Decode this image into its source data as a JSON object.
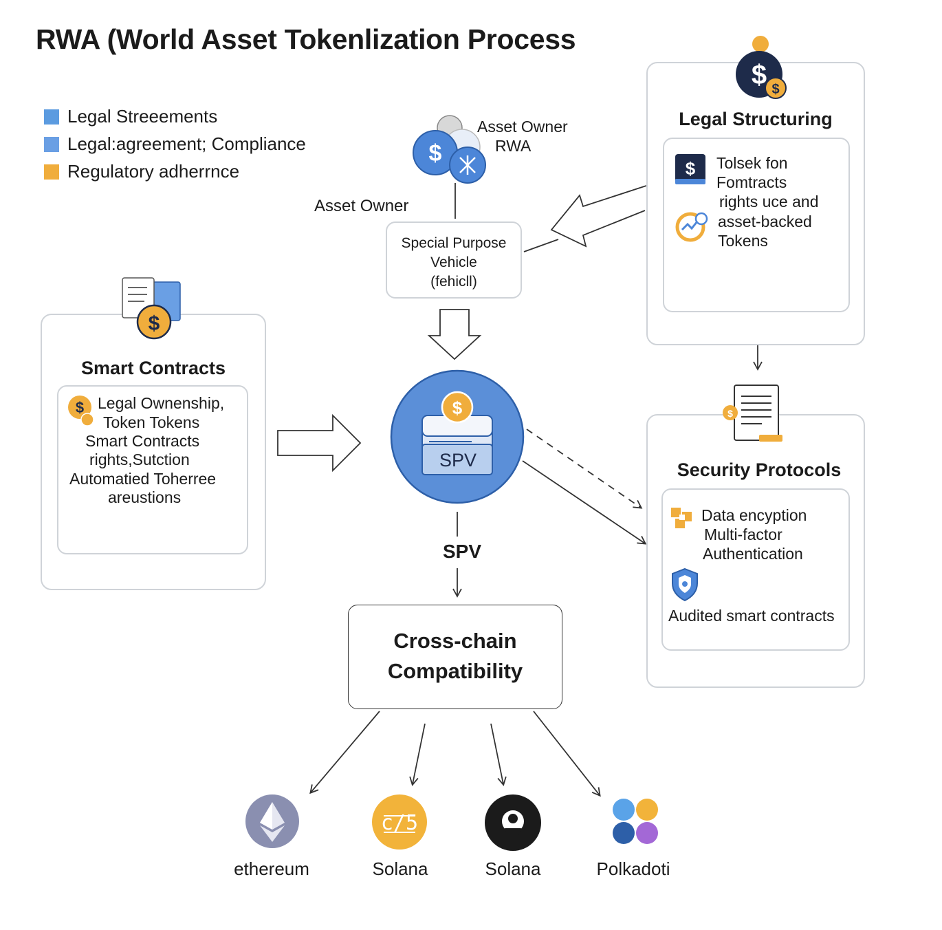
{
  "title": "RWA (World Asset Tokenlization Process",
  "legend": [
    {
      "label": "Legal Streeements",
      "color": "#5b9be0"
    },
    {
      "label": "Legal:agreement; Compliance",
      "color": "#6a9fe4"
    },
    {
      "label": "Regulatory adherrnce",
      "color": "#f0ad3c"
    }
  ],
  "asset_owner": {
    "top_label_1": "Asset Owner",
    "top_label_2": "RWA",
    "left_label": "Asset Owner"
  },
  "spv_box": {
    "line1": "Special Purpose",
    "line2": "Vehicle",
    "line3": "(fehicll)"
  },
  "legal_structuring": {
    "heading": "Legal Structuring",
    "lines": [
      "Tolsek fon",
      "Fomtracts",
      "rights uce and",
      "asset-backed",
      "Tokens"
    ]
  },
  "smart_contracts": {
    "heading": "Smart Contracts",
    "lines": [
      "Legal Ownenship,",
      "Token Tokens",
      "Smart Contracts",
      "rights,Sutction",
      "Automatied Toherree",
      "areustions"
    ]
  },
  "spv_circle": {
    "label": "SPV",
    "below_label": "SPV"
  },
  "security_protocols": {
    "heading": "Security Protocols",
    "lines": [
      "Data encyption",
      "Multi-factor",
      "Authentication"
    ],
    "audited": "Audited smart contracts"
  },
  "cross_chain": {
    "line1": "Cross-chain",
    "line2": "Compatibility"
  },
  "chains": [
    {
      "label": "ethereum",
      "icon": "ethereum-icon",
      "color": "#8a8fb0"
    },
    {
      "label": "Solana",
      "icon": "solana-icon",
      "color": "#f2b33a"
    },
    {
      "label": "Solana",
      "icon": "solana-dark-icon",
      "color": "#1b1b1b"
    },
    {
      "label": "Polkadoti",
      "icon": "polkadot-icon",
      "color": "#5aa3e8"
    }
  ],
  "colors": {
    "blue": "#5b8fd8",
    "gold": "#f0ad3c",
    "navy": "#1e2b4a",
    "border": "#cfd3d8"
  }
}
